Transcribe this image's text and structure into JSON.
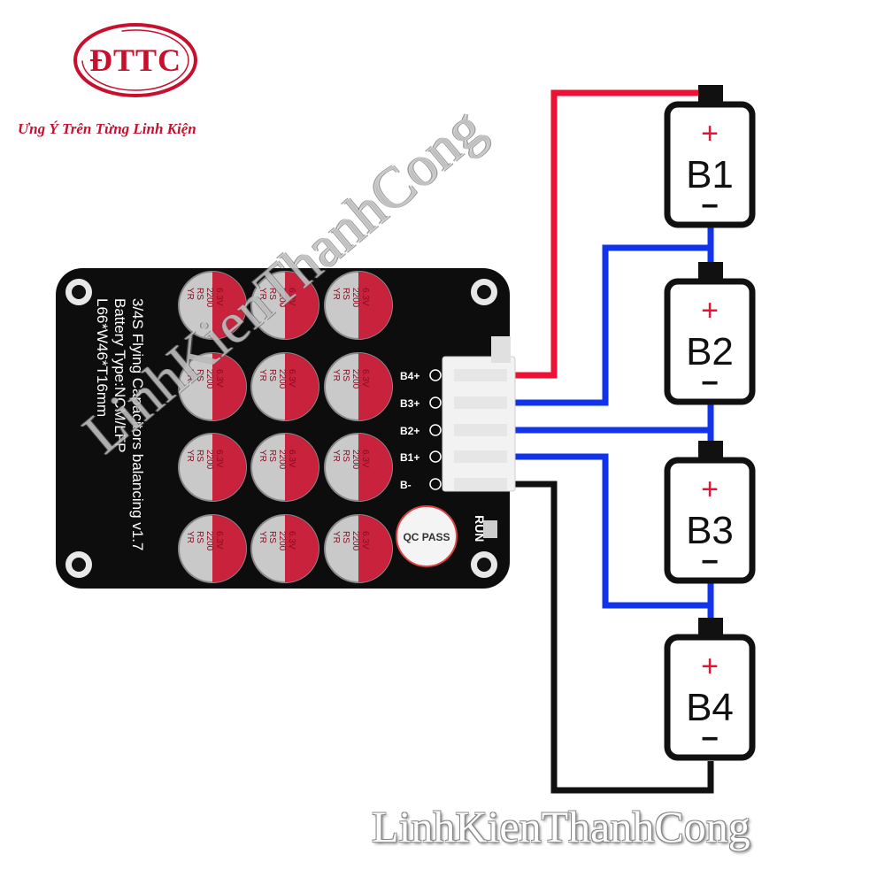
{
  "brand": {
    "logo_text": "ĐTTC",
    "slogan": "Ưng Ý Trên Từng Linh Kiện"
  },
  "board": {
    "title_lines": [
      "3/4S Flying Capacitors balancing v1.7",
      "Battery Type:NCM/LFP",
      "L66*W46*T16mm"
    ],
    "capacitor_lines": [
      "YR",
      "RS",
      "2200",
      "6.3V"
    ],
    "pin_labels": [
      "B4+",
      "B3+",
      "B2+",
      "B1+",
      "B-"
    ],
    "run_label": "RUN",
    "sticker_text": "QC PASS"
  },
  "batteries": [
    {
      "name": "B1",
      "plus": "+",
      "minus": "−"
    },
    {
      "name": "B2",
      "plus": "+",
      "minus": "−"
    },
    {
      "name": "B3",
      "plus": "+",
      "minus": "−"
    },
    {
      "name": "B4",
      "plus": "+",
      "minus": "−"
    }
  ],
  "wires": {
    "red": "#ee1133",
    "blue": "#1133ee",
    "black": "#111111"
  },
  "watermarks": {
    "bottom": "LinhKienThanhCong",
    "diagonal": "LinhKienThanhCong"
  }
}
